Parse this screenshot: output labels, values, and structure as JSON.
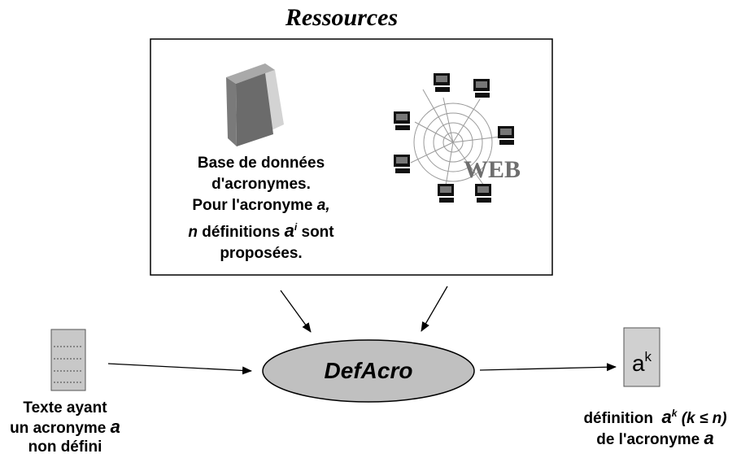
{
  "title": "Ressources",
  "database": {
    "line1": "Base de données",
    "line2": "d'acronymes.",
    "line3": "Pour l'acronyme",
    "line3_var": "a,",
    "line4_n": "n",
    "line4_mid": "définitions",
    "line4_var": "a",
    "line4_sup": "i",
    "line4_end": "sont",
    "line5": "proposées."
  },
  "web_label": "WEB",
  "center_label": "DefAcro",
  "output_box": {
    "base": "a",
    "sup": "k"
  },
  "input_caption": {
    "line1": "Texte ayant",
    "line2": "un acronyme",
    "line2_var": "a",
    "line3": "non défini"
  },
  "output_caption": {
    "line1_a": "définition",
    "line1_var": "a",
    "line1_sup": "k",
    "line1_cond": "(k ≤ n)",
    "line2": "de l'acronyme",
    "line2_var": "a"
  },
  "colors": {
    "ellipse_fill": "#c0c0c0",
    "doc_fill": "#c8c8c8",
    "box_fill": "#d0d0d0",
    "web_text": "#6e6e6e"
  }
}
